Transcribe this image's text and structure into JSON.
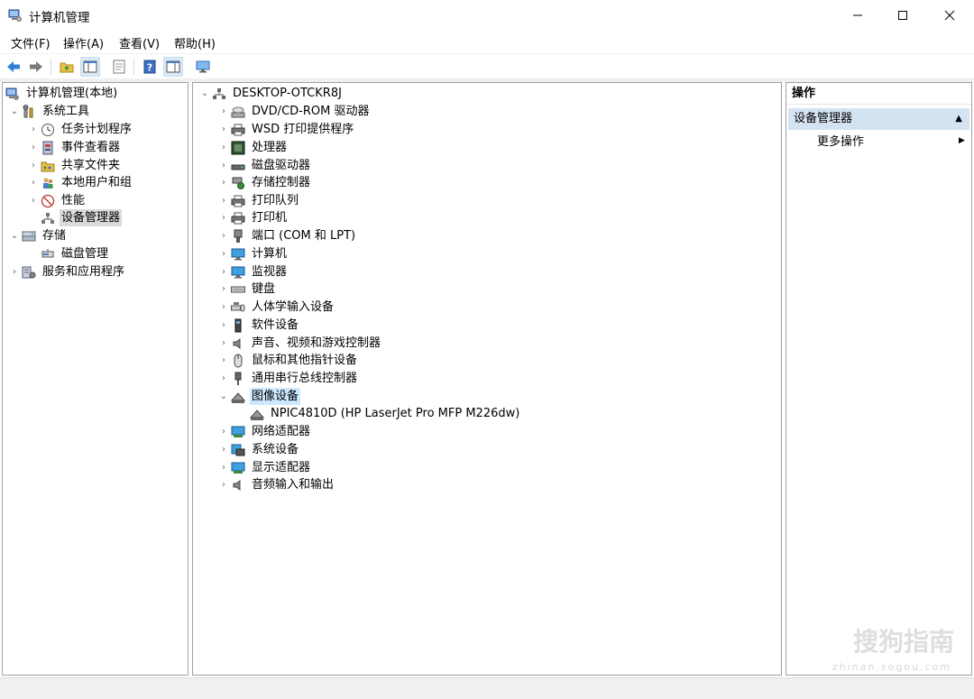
{
  "window": {
    "title": "计算机管理",
    "controls": {
      "minimize": "minimize-icon",
      "maximize": "maximize-icon",
      "close": "close-icon"
    }
  },
  "menu": [
    "文件(F)",
    "操作(A)",
    "查看(V)",
    "帮助(H)"
  ],
  "left_tree": [
    {
      "label": "计算机管理(本地)",
      "icon": "computer-management-icon"
    },
    {
      "label": "系统工具",
      "icon": "tools-icon"
    },
    {
      "label": "任务计划程序",
      "icon": "clock-icon"
    },
    {
      "label": "事件查看器",
      "icon": "event-viewer-icon"
    },
    {
      "label": "共享文件夹",
      "icon": "shared-folder-icon"
    },
    {
      "label": "本地用户和组",
      "icon": "users-icon"
    },
    {
      "label": "性能",
      "icon": "performance-icon"
    },
    {
      "label": "设备管理器",
      "icon": "device-manager-icon"
    },
    {
      "label": "存储",
      "icon": "storage-icon"
    },
    {
      "label": "磁盘管理",
      "icon": "disk-management-icon"
    },
    {
      "label": "服务和应用程序",
      "icon": "services-icon"
    }
  ],
  "device_tree": {
    "root": "DESKTOP-OTCKR8J",
    "categories": [
      "DVD/CD-ROM 驱动器",
      "WSD 打印提供程序",
      "处理器",
      "磁盘驱动器",
      "存储控制器",
      "打印队列",
      "打印机",
      "端口 (COM 和 LPT)",
      "计算机",
      "监视器",
      "键盘",
      "人体学输入设备",
      "软件设备",
      "声音、视频和游戏控制器",
      "鼠标和其他指针设备",
      "通用串行总线控制器",
      "图像设备",
      "NPIC4810D (HP LaserJet Pro MFP M226dw)",
      "网络适配器",
      "系统设备",
      "显示适配器",
      "音频输入和输出"
    ]
  },
  "actions": {
    "header": "操作",
    "section": "设备管理器",
    "more": "更多操作"
  },
  "watermark": {
    "main": "搜狗指南",
    "sub": "zhinan.sogou.com"
  }
}
